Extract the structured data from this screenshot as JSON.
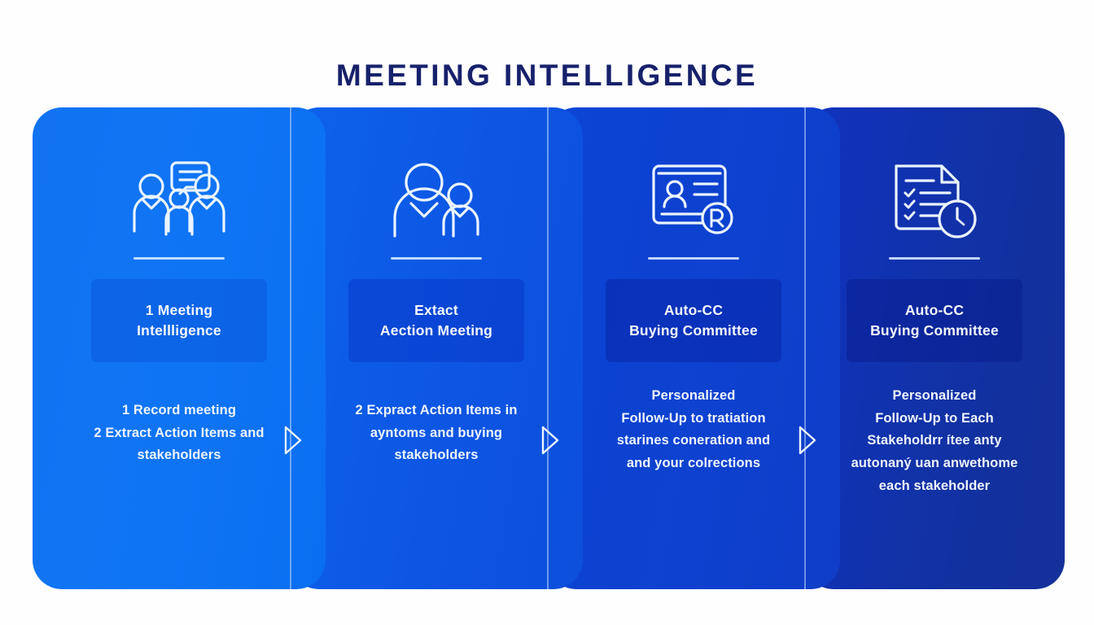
{
  "header": {
    "title": "MEETING INTELLIGENCE",
    "title_color": "#17216b"
  },
  "theme": {
    "background": "#ffffff",
    "panel_1_color": "#1173f2",
    "panel_2_color": "#0d58e4",
    "panel_3_color": "#0b43d1",
    "panel_4_color": "#1231a8",
    "text_color": "#f3f8ff",
    "connector_color": "#ffffff"
  },
  "panels": [
    {
      "icon": "group-meeting-chat-icon",
      "chip_title": "1 Meeting\nIntellligence",
      "body": "1 Record meeting\n2 Extract Action Items and\nstakeholders"
    },
    {
      "icon": "two-people-icon",
      "chip_title": "Extact\nAection Meeting",
      "body": "2 Expract Action Items in\nayntoms and buying\nstakeholders"
    },
    {
      "icon": "contact-card-registered-icon",
      "chip_title": "Auto-CC\nBuying Committee",
      "body": "Personalized\nFollow-Up to tratiation\nstarines coneration and\nand your colrections"
    },
    {
      "icon": "checklist-document-clock-icon",
      "chip_title": "Auto-CC\nBuying Committee",
      "body": "Personalized\nFollow-Up to Each\nStakeholdrr ítee anty\nautonaný uan anwethome\neach stakeholder"
    }
  ],
  "connectors": [
    {
      "name": "chevron-1-to-2"
    },
    {
      "name": "chevron-2-to-3"
    },
    {
      "name": "chevron-3-to-4"
    }
  ]
}
